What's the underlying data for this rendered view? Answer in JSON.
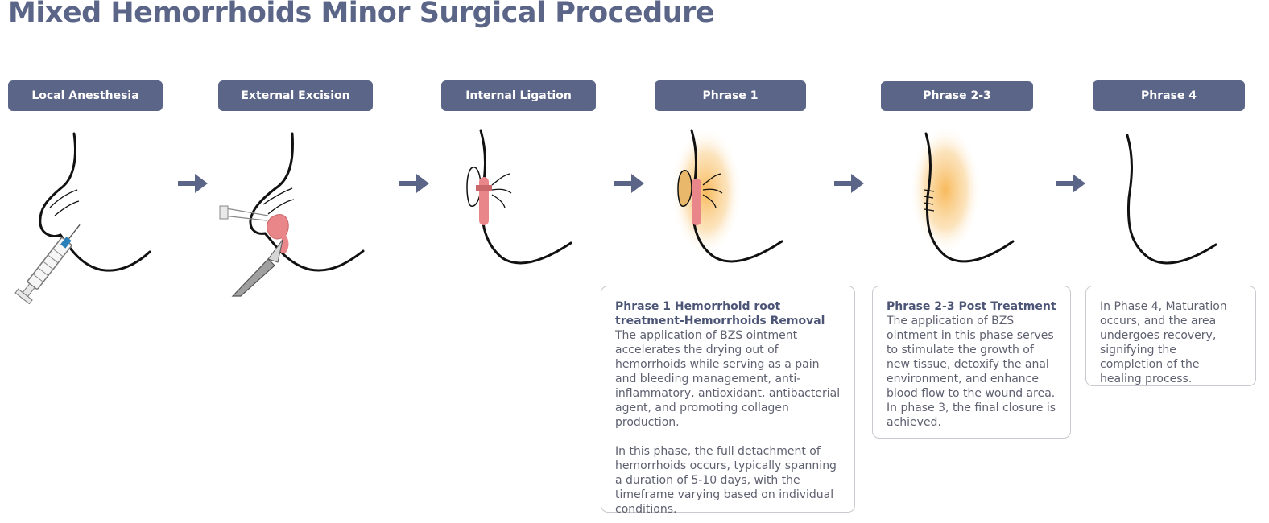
{
  "title": "Mixed Hemorrhoids Minor Surgical Procedure",
  "colors": {
    "accent": "#5b6588",
    "ointment": "#f7b24a",
    "tissue": "#e8868a",
    "outline": "#111111"
  },
  "stages": [
    {
      "label": "Local Anesthesia",
      "icon": "syringe-icon"
    },
    {
      "label": "External Excision",
      "icon": "scalpel-icon"
    },
    {
      "label": "Internal Ligation",
      "icon": "ligature-icon"
    },
    {
      "label": "Phrase 1",
      "icon": "ointment-glow-icon"
    },
    {
      "label": "Phrase 2-3",
      "icon": "ointment-glow-icon"
    },
    {
      "label": "Phrase 4",
      "icon": "healed-outline-icon"
    }
  ],
  "descriptions": {
    "phase1": {
      "heading": "Phrase 1 Hemorrhoid root treatment-Hemorrhoids Removal",
      "paragraph1": "The application of BZS ointment accelerates the drying out of hemorrhoids while serving as a pain and bleeding management, anti-inflammatory, antioxidant, antibacterial agent, and promoting collagen production.",
      "paragraph2": "In this phase, the full detachment of hemorrhoids occurs, typically spanning a duration of 5-10 days, with the timeframe varying based on individual conditions."
    },
    "phase23": {
      "heading": "Phrase 2-3 Post Treatment",
      "paragraph1": "The application of BZS ointment in this phase serves to stimulate the growth of new tissue, detoxify the anal environment, and enhance blood flow to the wound area. In phase 3, the final closure is achieved."
    },
    "phase4": {
      "paragraph1": "In Phase 4, Maturation occurs, and the area undergoes recovery, signifying the completion of the healing process."
    }
  }
}
